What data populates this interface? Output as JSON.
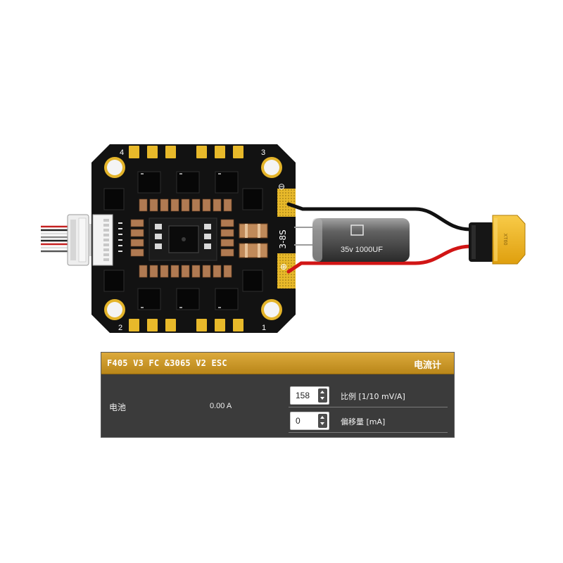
{
  "board": {
    "corner_labels": [
      "4",
      "3",
      "2",
      "1"
    ],
    "voltage_rating": "3-8S",
    "negative_symbol": "⊖",
    "positive_symbol": "⊕"
  },
  "capacitor": {
    "label": "35v 1000UF"
  },
  "connector": {
    "label": "XT60"
  },
  "panel": {
    "title": "F405 V3 FC &3065 V2 ESC",
    "section": "电流计",
    "meter_label": "电池",
    "current_value": "0.00 A",
    "scale": {
      "value": "158",
      "label": "比例 [1/10 mV/A]"
    },
    "offset": {
      "value": "0",
      "label": "偏移量 [mA]"
    }
  },
  "icons": {
    "stepper_up": "arrow-up-icon",
    "stepper_down": "arrow-down-icon"
  },
  "colors": {
    "header_accent": "#c8952a",
    "panel_body": "#3b3b3b",
    "pad_gold": "#e8b92a",
    "positive_wire": "#d11515",
    "negative_wire": "#111111",
    "xt60_yellow": "#f0b41c"
  }
}
